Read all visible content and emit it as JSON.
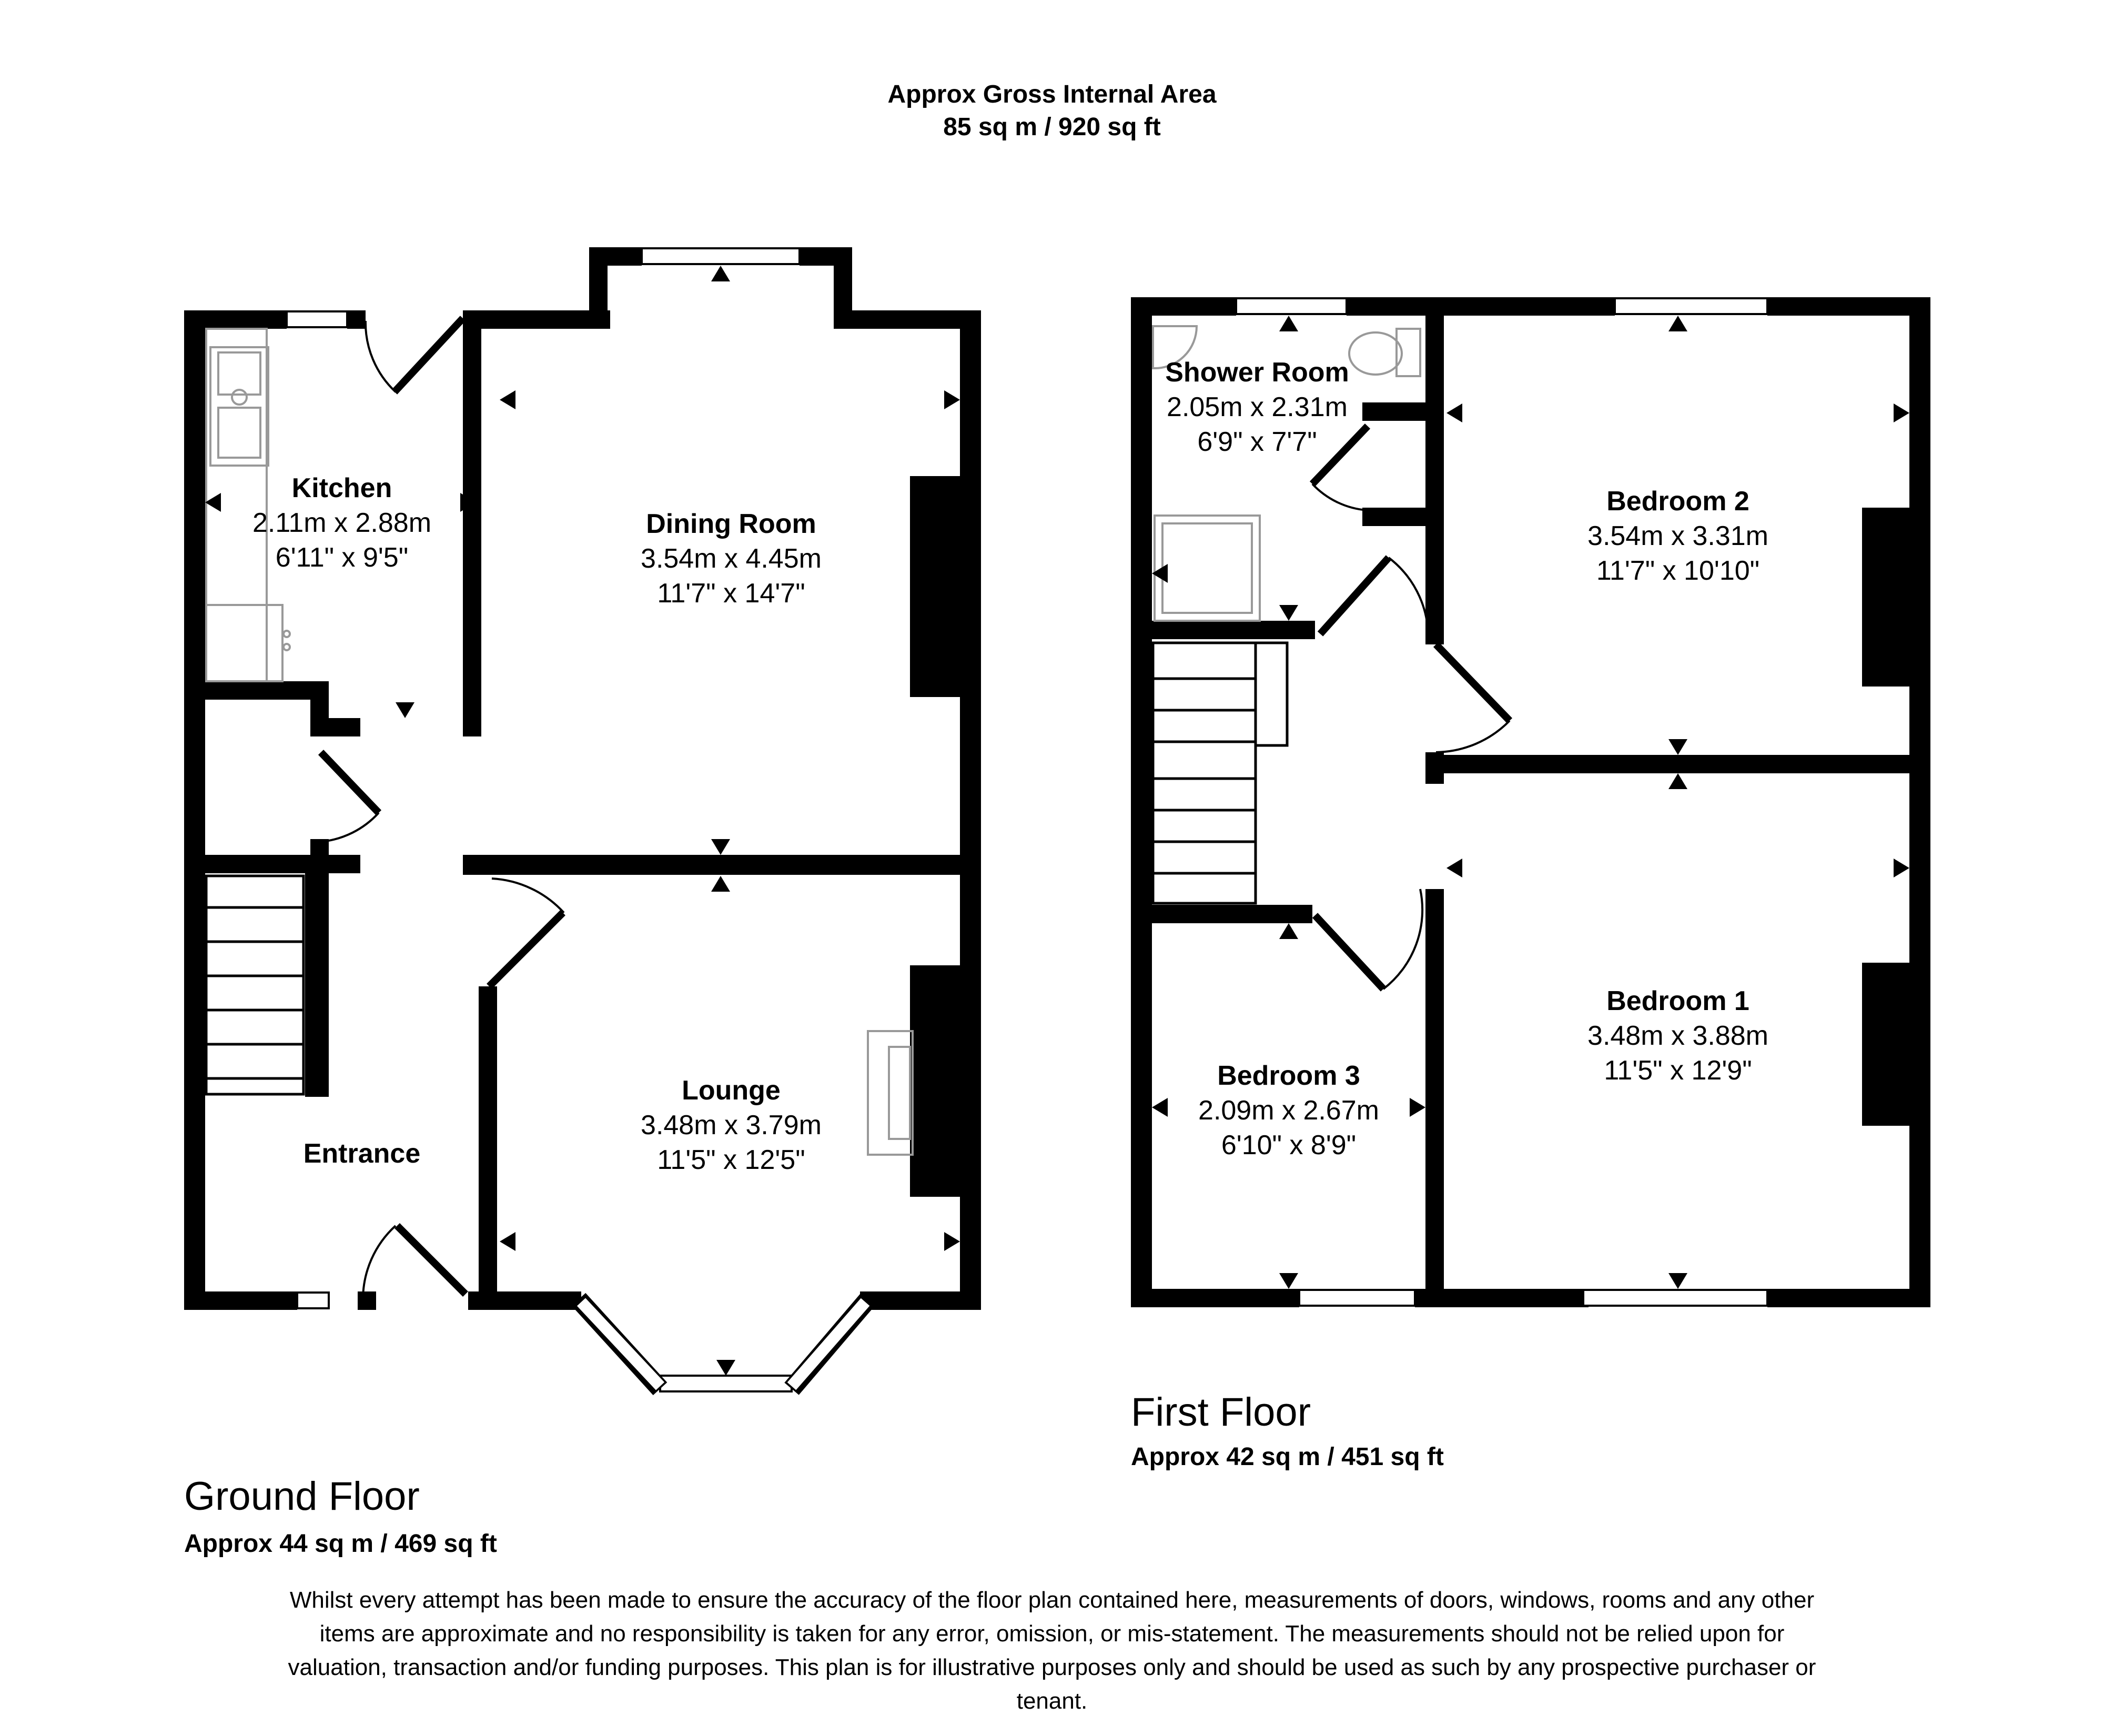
{
  "header": {
    "line1": "Approx Gross Internal Area",
    "line2": "85 sq m / 920 sq ft"
  },
  "ground_floor": {
    "title": "Ground Floor",
    "area": "Approx 44 sq m / 469 sq ft",
    "rooms": {
      "kitchen": {
        "name": "Kitchen",
        "metric": "2.11m x 2.88m",
        "imperial": "6'11\" x 9'5\""
      },
      "dining": {
        "name": "Dining Room",
        "metric": "3.54m x 4.45m",
        "imperial": "11'7\" x 14'7\""
      },
      "lounge": {
        "name": "Lounge",
        "metric": "3.48m x 3.79m",
        "imperial": "11'5\" x 12'5\""
      },
      "entrance": {
        "name": "Entrance"
      }
    }
  },
  "first_floor": {
    "title": "First Floor",
    "area": "Approx 42 sq m / 451 sq ft",
    "rooms": {
      "shower": {
        "name": "Shower Room",
        "metric": "2.05m x 2.31m",
        "imperial": "6'9\" x 7'7\""
      },
      "bed2": {
        "name": "Bedroom 2",
        "metric": "3.54m x 3.31m",
        "imperial": "11'7\" x 10'10\""
      },
      "bed1": {
        "name": "Bedroom 1",
        "metric": "3.48m x 3.88m",
        "imperial": "11'5\" x 12'9\""
      },
      "bed3": {
        "name": "Bedroom 3",
        "metric": "2.09m x 2.67m",
        "imperial": "6'10\" x 8'9\""
      }
    }
  },
  "disclaimer": "Whilst every attempt has been made to ensure the accuracy of the floor plan contained here, measurements of doors, windows, rooms and any other items are approximate and no responsibility is taken for any error, omission, or mis-statement. The measurements should not be relied upon for valuation, transaction and/or funding purposes. This plan is for illustrative purposes only and should be used as such by any prospective purchaser or tenant."
}
